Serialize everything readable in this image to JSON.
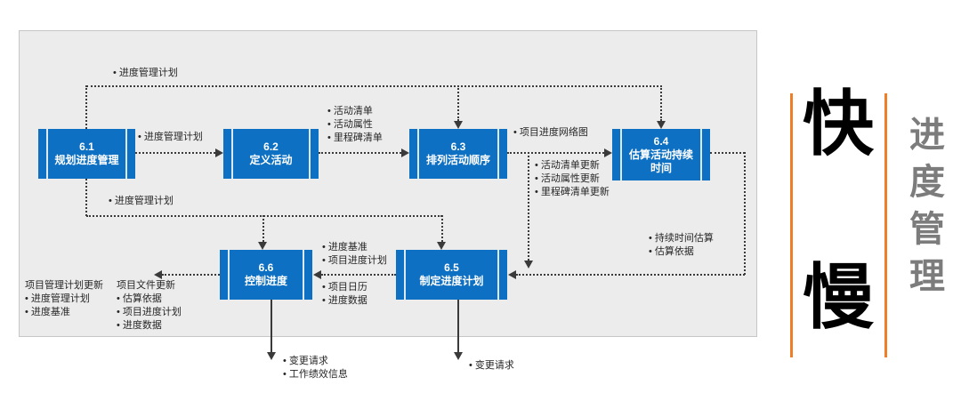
{
  "diagram": {
    "processes": [
      {
        "id": "6.1",
        "name": "规划进度管理"
      },
      {
        "id": "6.2",
        "name": "定义活动"
      },
      {
        "id": "6.3",
        "name": "排列活动顺序"
      },
      {
        "id": "6.4",
        "name": "估算活动持续时间"
      },
      {
        "id": "6.5",
        "name": "制定进度计划"
      },
      {
        "id": "6.6",
        "name": "控制进度"
      }
    ],
    "labels": {
      "top_plan": "• 进度管理计划",
      "plan_61_to_62": "• 进度管理计划",
      "outputs_62": [
        "• 活动清单",
        "• 活动属性",
        "• 里程碑清单"
      ],
      "network_diagram": "• 项目进度网络图",
      "updates_63": [
        "• 活动清单更新",
        "• 活动属性更新",
        "• 里程碑清单更新"
      ],
      "outputs_64": [
        "• 持续时间估算",
        "• 估算依据"
      ],
      "plan_to_bottom_row": "• 进度管理计划",
      "inputs_66_above": [
        "• 进度基准",
        "• 项目进度计划"
      ],
      "inputs_66_below": [
        "• 项目日历",
        "• 进度数据"
      ],
      "pm_plan_updates_header": "项目管理计划更新",
      "pm_plan_updates": [
        "• 进度管理计划",
        "• 进度基准"
      ],
      "doc_updates_header": "项目文件更新",
      "doc_updates": [
        "• 估算依据",
        "• 项目进度计划",
        "• 进度数据"
      ],
      "outputs_66_bottom": [
        "• 变更请求",
        "• 工作绩效信息"
      ],
      "outputs_65_bottom": [
        "• 变更请求"
      ]
    }
  },
  "side_panel": {
    "fast": "快",
    "slow": "慢",
    "vertical_title": "进度管理"
  },
  "colors": {
    "process_fill": "#0e70c2",
    "panel_bg": "#ececec",
    "connector": "#3a3a3a",
    "accent_orange": "#f07d28",
    "side_title_gray": "#7c7c7c"
  }
}
